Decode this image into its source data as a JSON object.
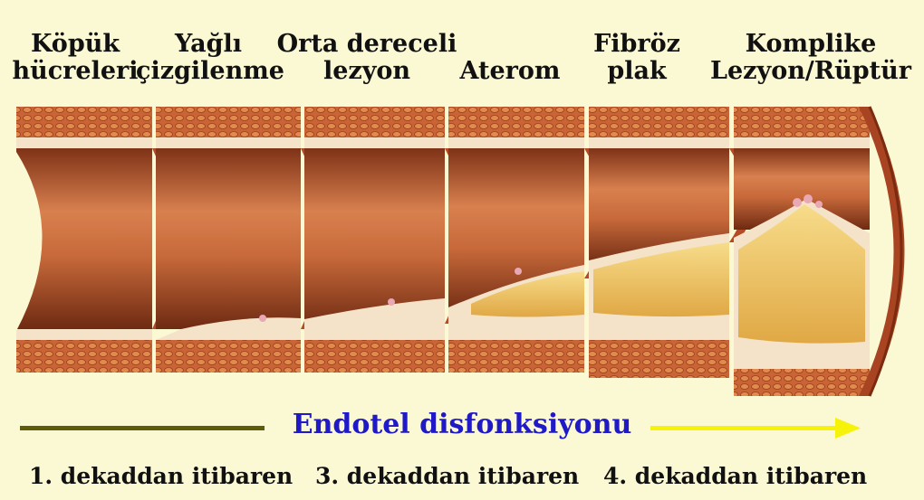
{
  "stages": [
    {
      "line1": "Köpük",
      "line2": "hücreleri"
    },
    {
      "line1": "Yağlı",
      "line2": "çizgilenme"
    },
    {
      "line1": "Orta dereceli",
      "line2": "lezyon"
    },
    {
      "line1": "Aterom",
      "line2": ""
    },
    {
      "line1": "Fibröz",
      "line2": "plak"
    },
    {
      "line1": "Komplike",
      "line2": "Lezyon/Rüptür"
    }
  ],
  "progression_label": "Endotel disfonksiyonu",
  "decades": [
    "1. dekaddan itibaren",
    "3. dekaddan itibaren",
    "4. dekaddan itibaren"
  ],
  "colors": {
    "background": "#fbf8d4",
    "artery_wall": "#c9663a",
    "lumen": "#b5542b",
    "plaque": "#f0c45e",
    "arrow_left": "#5a5a0a",
    "arrow_right": "#f6f20a",
    "label_blue": "#1f19c8"
  },
  "icons": {
    "progress_arrow": "gradient-arrow-icon"
  }
}
